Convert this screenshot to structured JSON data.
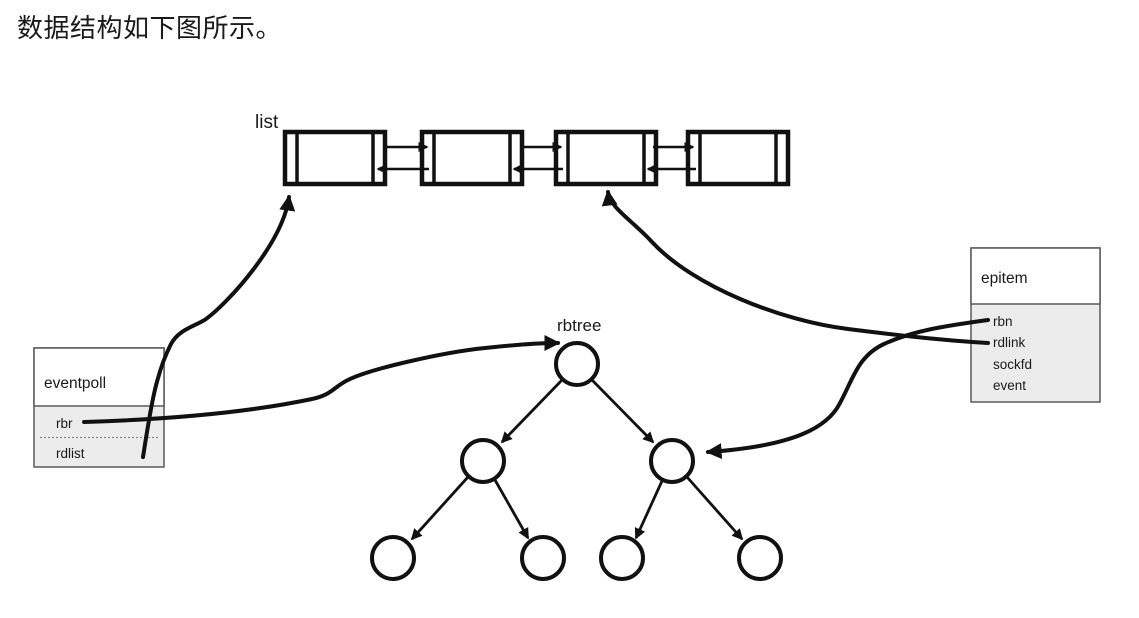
{
  "page": {
    "caption": "数据结构如下图所示。",
    "background": "#ffffff"
  },
  "diagram": {
    "list": {
      "label": "list",
      "node_count": 4
    },
    "tree": {
      "label": "rbtree",
      "node_counts_per_level": [
        1,
        2,
        4
      ]
    },
    "eventpoll": {
      "title": "eventpoll",
      "fields": [
        "rbr",
        "rdlist"
      ]
    },
    "epitem": {
      "title": "epitem",
      "fields": [
        "rbn",
        "rdlink",
        "sockfd",
        "event"
      ]
    },
    "connections": [
      {
        "from": "eventpoll.rdlist",
        "to": "list node 1"
      },
      {
        "from": "eventpoll.rbr",
        "to": "rbtree root"
      },
      {
        "from": "epitem.rbn",
        "to": "rbtree right child"
      },
      {
        "from": "epitem.rdlink",
        "to": "list node 3"
      }
    ],
    "colors": {
      "line": "#111111",
      "box_border": "#595959",
      "box_body_fill": "#ececec",
      "box_header_fill": "#ffffff",
      "text": "#1a1a1a",
      "background": "#ffffff"
    }
  }
}
